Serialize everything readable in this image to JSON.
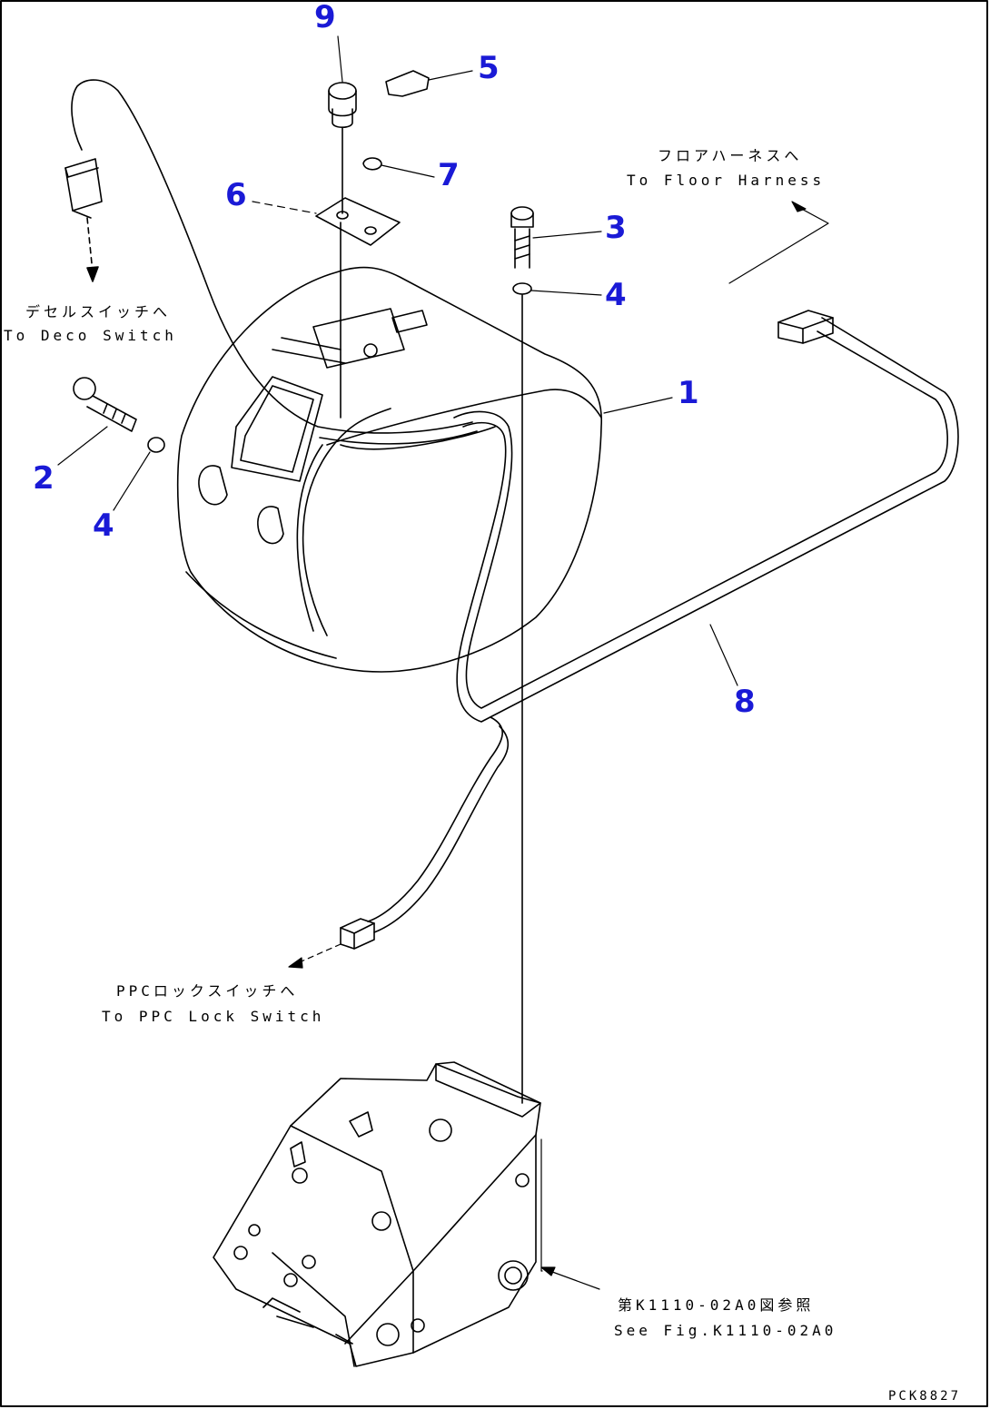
{
  "callouts": {
    "c1": "1",
    "c2": "2",
    "c3": "3",
    "c4a": "4",
    "c4b": "4",
    "c5": "5",
    "c6": "6",
    "c7": "7",
    "c8": "8",
    "c9": "9"
  },
  "notes": {
    "floor_jp": "フロアハーネスへ",
    "floor_en": "To Floor Harness",
    "door_jp": "デセルスイッチへ",
    "door_en": "To Deco  Switch",
    "ppc_jp": "PPCロックスイッチへ",
    "ppc_en": "To PPC Lock Switch",
    "see_jp": "第K1110-02A0図参照",
    "see_en": "See Fig.K1110-02A0"
  },
  "drawing_code": "PCK8827",
  "colors": {
    "callout": "#1a1ad6",
    "line": "#000000",
    "frame": "#000000"
  }
}
